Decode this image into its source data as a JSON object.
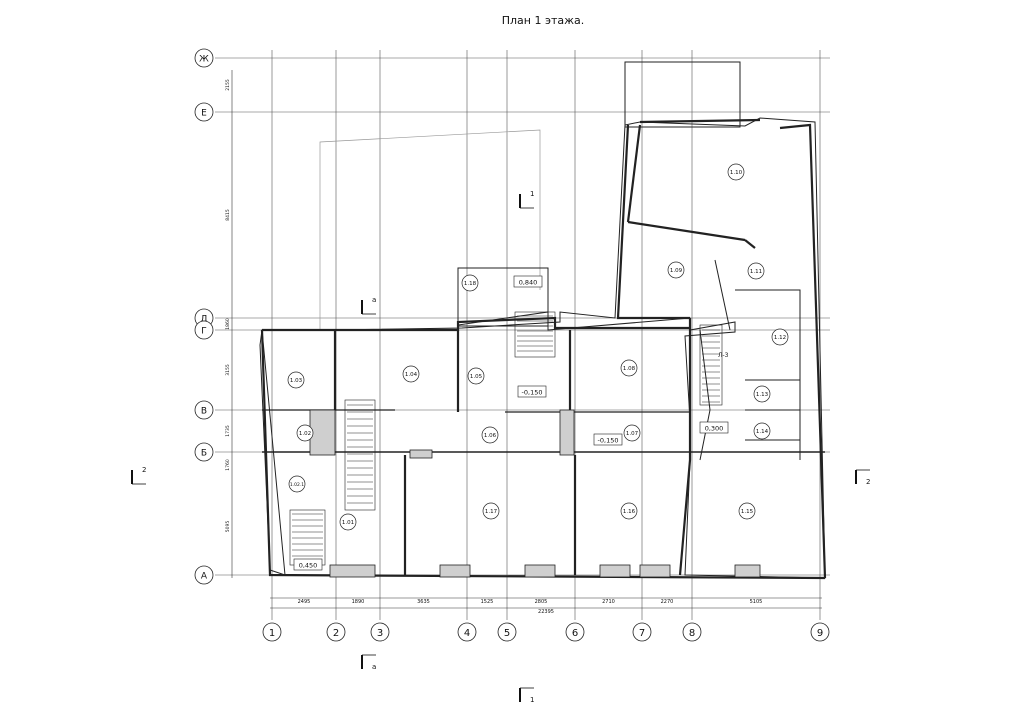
{
  "title": "План 1 этажа.",
  "axes_vertical": [
    "1",
    "2",
    "3",
    "4",
    "5",
    "6",
    "7",
    "8",
    "9"
  ],
  "axes_horizontal": [
    "Ж",
    "Е",
    "Д",
    "Г",
    "В",
    "Б",
    "А"
  ],
  "dimensions_bottom": [
    "2495",
    "1890",
    "3635",
    "1525",
    "2805",
    "2710",
    "2270",
    "5105"
  ],
  "dimension_total": "22395",
  "dimensions_left": [
    "2155",
    "8415",
    "1860",
    "3155",
    "1735",
    "1760",
    "5095"
  ],
  "rooms": [
    {
      "id": "1.01"
    },
    {
      "id": "1.02"
    },
    {
      "id": "1.02.1"
    },
    {
      "id": "1.03"
    },
    {
      "id": "1.04"
    },
    {
      "id": "1.05"
    },
    {
      "id": "1.06"
    },
    {
      "id": "1.07"
    },
    {
      "id": "1.08"
    },
    {
      "id": "1.09"
    },
    {
      "id": "1.10"
    },
    {
      "id": "1.11"
    },
    {
      "id": "1.12"
    },
    {
      "id": "1.13"
    },
    {
      "id": "1.14"
    },
    {
      "id": "1.15"
    },
    {
      "id": "1.16"
    },
    {
      "id": "1.17"
    },
    {
      "id": "1.18"
    }
  ],
  "levels": [
    "0,840",
    "-0,150",
    "-0,150",
    "0,300",
    "0,450"
  ],
  "section_marks": [
    "1",
    "1",
    "а",
    "а",
    "2",
    "2"
  ],
  "misc_labels": {
    "stair_label": "Л-3"
  }
}
